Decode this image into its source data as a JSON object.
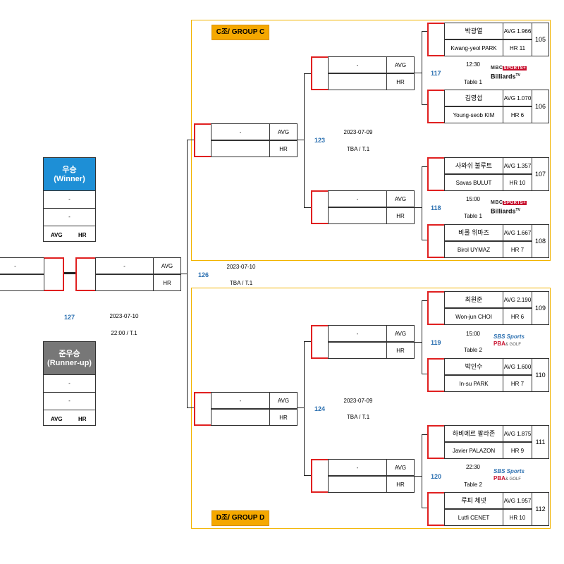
{
  "groups": {
    "c": {
      "label": "C조/ GROUP C"
    },
    "d": {
      "label": "D조/ GROUP D"
    }
  },
  "placeholder": "-",
  "avg_label": "AVG",
  "hr_label": "HR",
  "players": {
    "p105a": {
      "kor": "박광열",
      "eng": "Kwang-yeol PARK",
      "avg": "AVG 1.966",
      "hr": "HR 11"
    },
    "p106a": {
      "kor": "김영섭",
      "eng": "Young-seob KIM",
      "avg": "AVG 1.070",
      "hr": "HR 6"
    },
    "p107a": {
      "kor": "사와쉬 불루트",
      "eng": "Savas BULUT",
      "avg": "AVG 1.357",
      "hr": "HR 10"
    },
    "p108a": {
      "kor": "비롤 위마즈",
      "eng": "Birol UYMAZ",
      "avg": "AVG 1.667",
      "hr": "HR 7"
    },
    "p109a": {
      "kor": "최원준",
      "eng": "Won-jun CHOI",
      "avg": "AVG 2.190",
      "hr": "HR 6"
    },
    "p110a": {
      "kor": "박인수",
      "eng": "In-su PARK",
      "avg": "AVG 1.600",
      "hr": "HR 7"
    },
    "p111a": {
      "kor": "하비에르 팔라존",
      "eng": "Javier PALAZON",
      "avg": "AVG 1.875",
      "hr": "HR 9"
    },
    "p112a": {
      "kor": "루피 체넷",
      "eng": "Lutfi CENET",
      "avg": "AVG 1.957",
      "hr": "HR 10"
    }
  },
  "seeds": {
    "s105": "105",
    "s106": "106",
    "s107": "107",
    "s108": "108",
    "s109": "109",
    "s110": "110",
    "s111": "111",
    "s112": "112"
  },
  "matches": {
    "m117": {
      "no": "117",
      "time": "12:30",
      "table": "Table 1"
    },
    "m118": {
      "no": "118",
      "time": "15:00",
      "table": "Table 1"
    },
    "m119": {
      "no": "119",
      "time": "15:00",
      "table": "Table 2"
    },
    "m120": {
      "no": "120",
      "time": "22:30",
      "table": "Table 2"
    },
    "m123": {
      "no": "123",
      "date": "2023-07-09",
      "venue": "TBA / T.1"
    },
    "m124": {
      "no": "124",
      "date": "2023-07-09",
      "venue": "TBA / T.1"
    },
    "m126": {
      "no": "126",
      "date": "2023-07-10",
      "venue": "TBA / T.1"
    },
    "m127": {
      "no": "127",
      "date": "2023-07-10",
      "venue": "22:00 / T.1"
    }
  },
  "broadcasters": {
    "mbc_top": "MBC",
    "mbc_sub": "SPORTS+",
    "billiards": "Billiards",
    "tv": "TV",
    "sbs": "SBS Sports",
    "pba": "PBA",
    "golf": "& GOLF"
  },
  "winner": {
    "title": "우승",
    "sub": "(Winner)",
    "color": "#1e8fd6"
  },
  "runnerup": {
    "title": "준우승",
    "sub": "(Runner-up)",
    "color": "#777777"
  }
}
